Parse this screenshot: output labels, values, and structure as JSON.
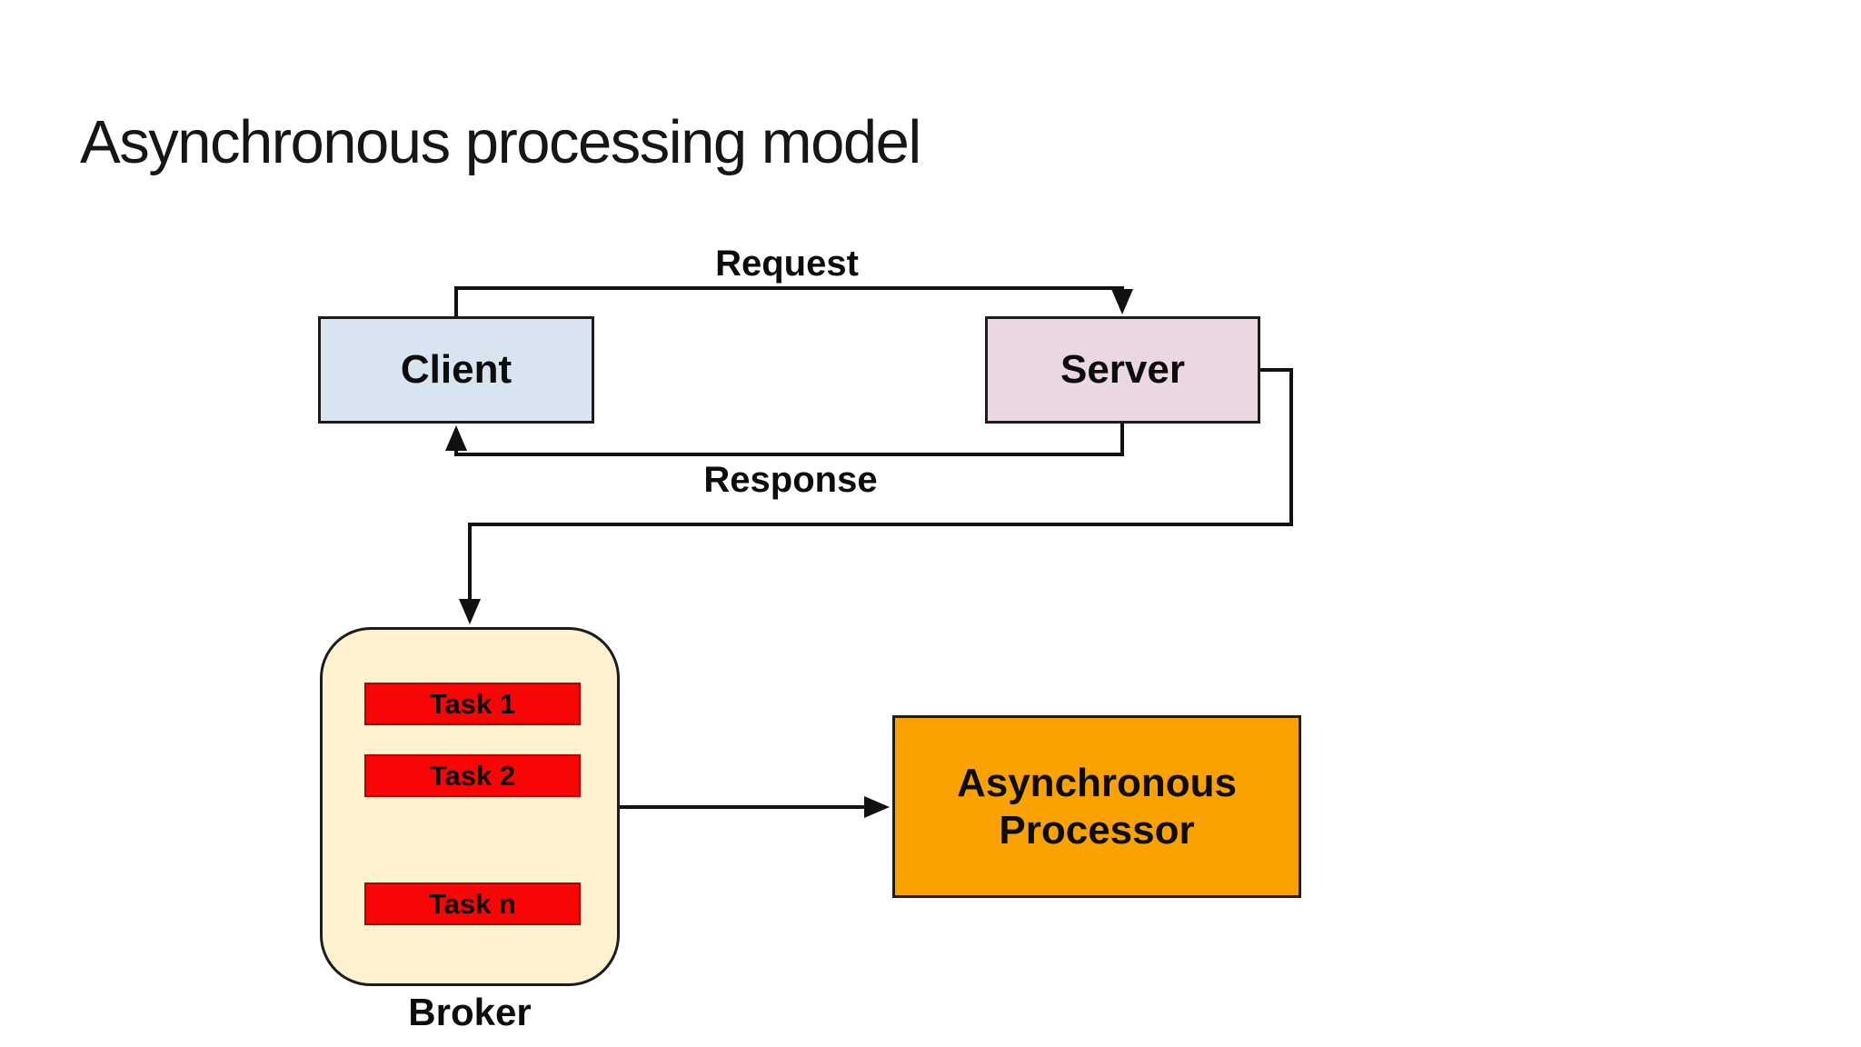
{
  "title": "Asynchronous processing model",
  "nodes": {
    "client": {
      "label": "Client",
      "fill": "#d8e4f0"
    },
    "server": {
      "label": "Server",
      "fill": "#ead7e2"
    },
    "broker": {
      "label": "Broker",
      "fill": "#fdf1d0",
      "tasks": [
        "Task 1",
        "Task 2",
        "Task n"
      ],
      "task_fill": "#f80505"
    },
    "processor": {
      "label": "Asynchronous Processor",
      "fill": "#f9a201"
    }
  },
  "edges": {
    "request_label": "Request",
    "response_label": "Response"
  },
  "colors": {
    "connector": "#111111",
    "node_border": "#1c1c1c",
    "task_border": "#b90000",
    "text": "#0c0c0c"
  }
}
